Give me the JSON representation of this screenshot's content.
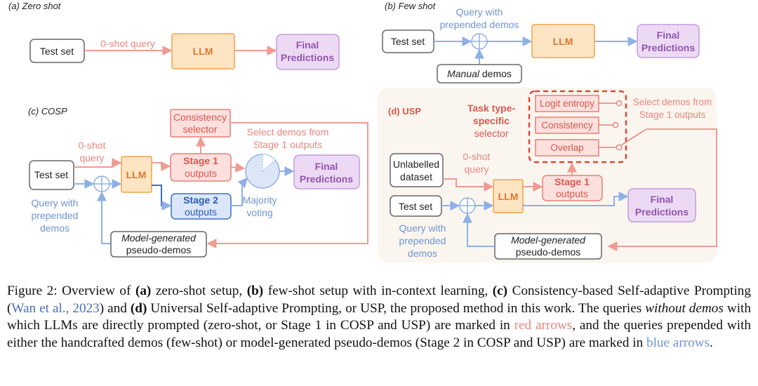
{
  "panels": {
    "a": {
      "title": "(a) Zero shot",
      "test_set": "Test set",
      "query": "0-shot query",
      "llm": "LLM",
      "final": [
        "Final",
        "Predictions"
      ]
    },
    "b": {
      "title": "(b) Few shot",
      "test_set": "Test set",
      "query": [
        "Query with",
        "prepended demos"
      ],
      "llm": "LLM",
      "final": [
        "Final",
        "Predictions"
      ],
      "manual_em": "Manual",
      "manual_rest": " demos"
    },
    "c": {
      "title": "(c) COSP",
      "test_set": "Test set",
      "zero_shot": [
        "0-shot",
        "query"
      ],
      "query_demos": [
        "Query with",
        "prepended",
        "demos"
      ],
      "llm": "LLM",
      "consistency": [
        "Consistency",
        "selector"
      ],
      "select_demos": [
        "Select demos from",
        "Stage 1 outputs"
      ],
      "stage1": [
        "Stage 1",
        "outputs"
      ],
      "stage2": [
        "Stage 2",
        "outputs"
      ],
      "majority": [
        "Majority",
        "voting"
      ],
      "final": [
        "Final",
        "Predictions"
      ],
      "pseudo": [
        "Model-generated",
        "pseudo-demos"
      ]
    },
    "d": {
      "title": "(d) USP",
      "task_type": [
        "Task type-",
        "specific",
        "selector"
      ],
      "selectors": [
        "Logit entropy",
        "Consistency",
        "Overlap"
      ],
      "select_demos": [
        "Select demos from",
        "Stage 1 outputs"
      ],
      "unlabelled": [
        "Unlabelled",
        "dataset"
      ],
      "zero_shot": [
        "0-shot",
        "query"
      ],
      "llm": "LLM",
      "stage1": [
        "Stage 1",
        "outputs"
      ],
      "test_set": "Test set",
      "final": [
        "Final",
        "Predictions"
      ],
      "query_demos": [
        "Query with",
        "prepended",
        "demos"
      ],
      "pseudo": [
        "Model-generated",
        "pseudo-demos"
      ]
    }
  },
  "caption": {
    "t1": "Figure 2: Overview of ",
    "a": "(a)",
    "t2": " zero-shot setup, ",
    "b": "(b)",
    "t3": " few-shot setup with in-context learning, ",
    "c": "(c)",
    "t4": " Consistency-based Self-adaptive Prompting (",
    "cite": "Wan et al., 2023",
    "t5": ") and ",
    "d": "(d)",
    "t6": " Universal Self-adaptive Prompting, or USP, the proposed method in this work. The queries ",
    "em": "without demos",
    "t7": " with which LLMs are directly prompted (zero-shot, or Stage 1 in COSP and USP) are marked in ",
    "red": "red arrows",
    "t8": ", and the queries prepended with either the handcrafted demos (few-shot) or model-generated pseudo-demos (Stage 2 in COSP and USP) are marked in ",
    "blue": "blue arrows",
    "t9": "."
  },
  "colors": {
    "red_arrow": "#ef9a93",
    "blue_arrow": "#8fb0e6",
    "llm_fill": "#fde5c4",
    "llm_stroke": "#f2a24a",
    "final_fill": "#ecdaf5",
    "final_stroke": "#c59bdc",
    "stage1_fill": "#fce0de",
    "stage1_stroke": "#e87e76",
    "stage2_fill": "#dbe7f8",
    "stage2_stroke": "#3d6fc2",
    "usp_bg": "#faf6ef"
  }
}
